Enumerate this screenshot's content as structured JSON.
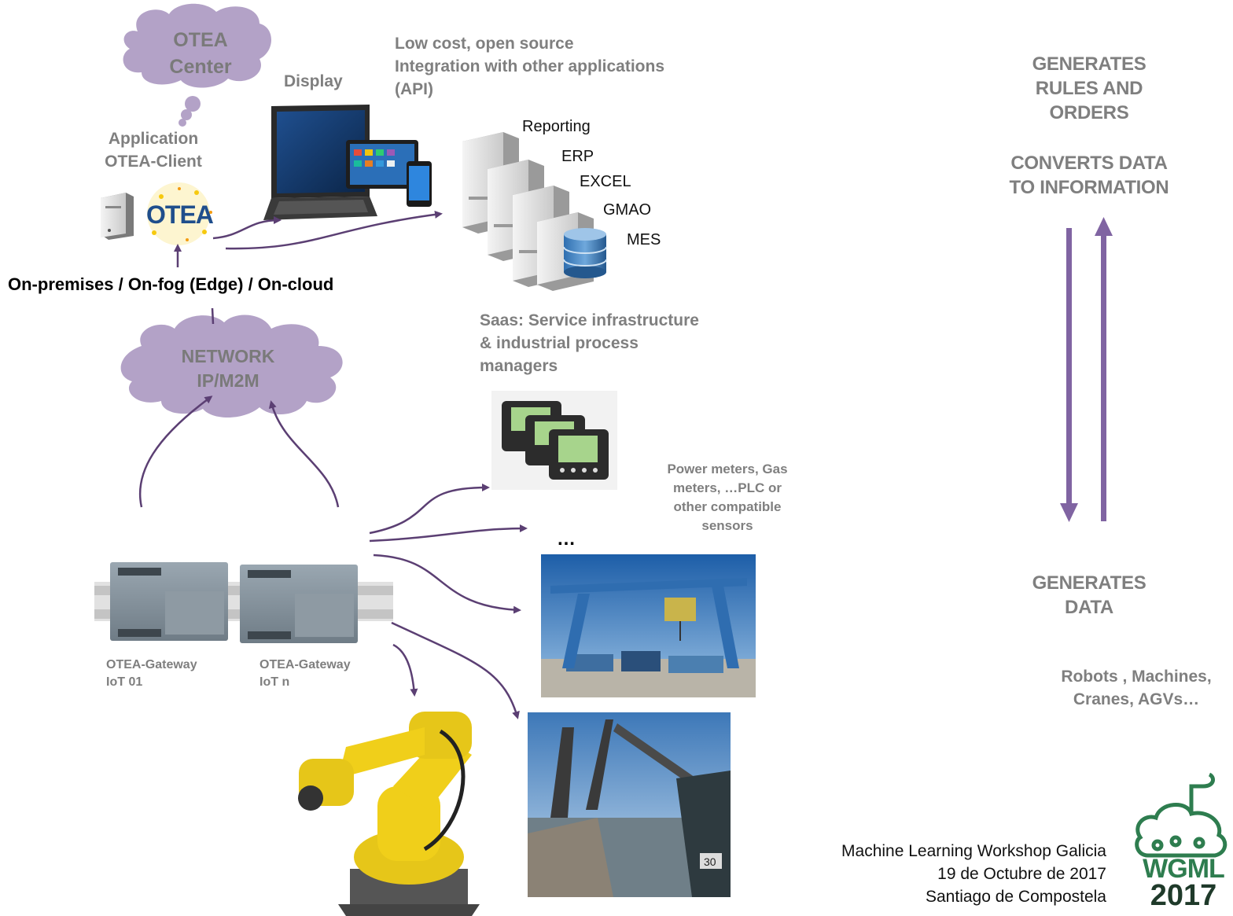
{
  "otea_center": {
    "line1": "OTEA",
    "line2": "Center"
  },
  "display_label": "Display",
  "api_text": {
    "line1": "Low cost, open source",
    "line2": "Integration with other applications",
    "line3": "(API)"
  },
  "client_label": {
    "line1": "Application",
    "line2": "OTEA-Client"
  },
  "otea_logo_text": "OTEA",
  "integrations": [
    "Reporting",
    "ERP",
    "EXCEL",
    "GMAO",
    "MES"
  ],
  "deployment_text": "On-premises / On-fog (Edge) / On-cloud",
  "network_cloud": {
    "line1": "NETWORK",
    "line2": "IP/M2M"
  },
  "saas_text": {
    "line1": "Saas: Service infrastructure",
    "line2": "& industrial process",
    "line3": "managers"
  },
  "meters_text": {
    "line1": "Power meters, Gas",
    "line2": "meters, …PLC or",
    "line3": "other compatible",
    "line4": "sensors"
  },
  "ellipsis": "…",
  "gateways": [
    {
      "line1": "OTEA-Gateway",
      "line2": "IoT  01"
    },
    {
      "line1": "OTEA-Gateway",
      "line2": "IoT  n"
    }
  ],
  "right_panel": {
    "top1": "GENERATES",
    "top2": "RULES AND",
    "top3": "ORDERS",
    "mid1": "CONVERTS DATA",
    "mid2": "TO INFORMATION",
    "bot1": "GENERATES",
    "bot2": "DATA",
    "devices1": "Robots , Machines,",
    "devices2": "Cranes, AGVs…"
  },
  "footer": {
    "line1": "Machine Learning Workshop Galicia",
    "line2": "19 de Octubre de 2017",
    "line3": "Santiago de Compostela"
  },
  "wgml_logo": {
    "line1": "WGML",
    "line2": "2017"
  },
  "colors": {
    "cloud": "#b3a2c7",
    "arrow": "#5b3f73",
    "right_arrow": "#8064a2",
    "logo_green": "#2e7d4f",
    "text_gray": "#7f7f7f"
  }
}
